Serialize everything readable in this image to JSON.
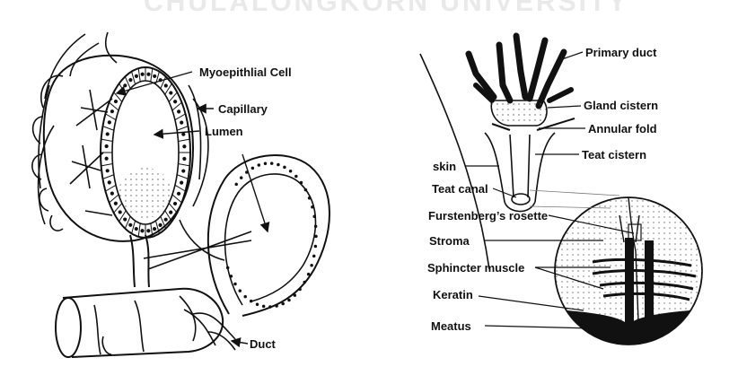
{
  "watermark": "CHULALONGKORN UNIVERSITY",
  "left_panel": {
    "labels": {
      "myoepithelial_cell": "Myoepithlial Cell",
      "capillary": "Capillary",
      "lumen": "Lumen",
      "duct": "Duct"
    }
  },
  "right_panel": {
    "labels": {
      "primary_duct": "Primary duct",
      "gland_cistern": "Gland cistern",
      "annular_fold": "Annular fold",
      "teat_cistern": "Teat cistern",
      "skin": "skin",
      "teat_canal": "Teat canal",
      "furstenbergs_rosette": "Furstenberg’s rosette",
      "stroma": "Stroma",
      "sphincter_muscle": "Sphincter muscle",
      "keratin": "Keratin",
      "meatus": "Meatus"
    }
  },
  "colors": {
    "ink": "#111111",
    "background": "#ffffff",
    "watermark": "#e9e9e9"
  }
}
